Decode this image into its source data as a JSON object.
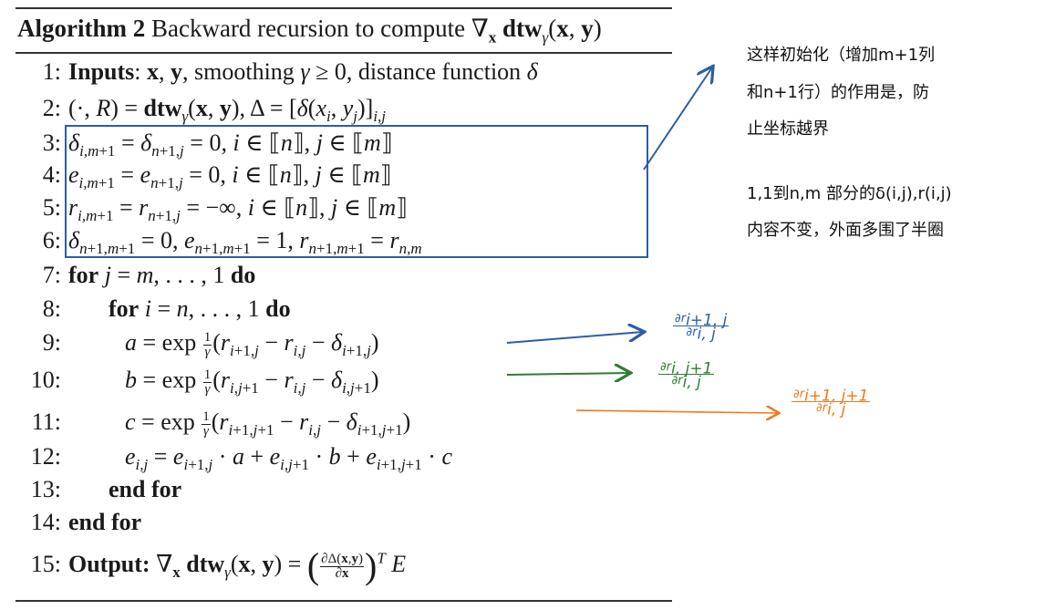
{
  "algorithm": {
    "label": "Algorithm 2",
    "title": "Backward recursion to compute ∇",
    "lines": [
      {
        "num": "1:",
        "text": "Inputs"
      },
      {
        "num": "2:"
      },
      {
        "num": "3:"
      },
      {
        "num": "4:"
      },
      {
        "num": "5:"
      },
      {
        "num": "6:"
      },
      {
        "num": "7:",
        "kw1": "for",
        "kw2": "do"
      },
      {
        "num": "8:",
        "kw1": "for",
        "kw2": "do"
      },
      {
        "num": "9:"
      },
      {
        "num": "10:"
      },
      {
        "num": "11:"
      },
      {
        "num": "12:"
      },
      {
        "num": "13:",
        "kw1": "end for"
      },
      {
        "num": "14:",
        "kw1": "end for"
      },
      {
        "num": "15:",
        "kw1": "Output:"
      }
    ]
  },
  "annotations": {
    "note1_line1": "这样初始化（增加m+1列",
    "note1_line2": "和n+1行）的作用是，防",
    "note1_line3": "止坐标越界",
    "note2_line1": "1,1到n,m 部分的δ(i,j),r(i,j)",
    "note2_line2": "内容不变，外面多围了半圈",
    "hand1_num": "∂r",
    "hand1_num_sub": "i+1, j",
    "hand1_den": "∂r",
    "hand1_den_sub": "i, j",
    "hand2_num": "∂r",
    "hand2_num_sub": "i, j+1",
    "hand2_den": "∂r",
    "hand2_den_sub": "i, j",
    "hand3_num": "∂r",
    "hand3_num_sub": "i+1, j+1",
    "hand3_den": "∂r",
    "hand3_den_sub": "i, j"
  },
  "colors": {
    "blue": "#2c5da8",
    "green": "#2e7d32",
    "orange": "#f07a1e"
  }
}
